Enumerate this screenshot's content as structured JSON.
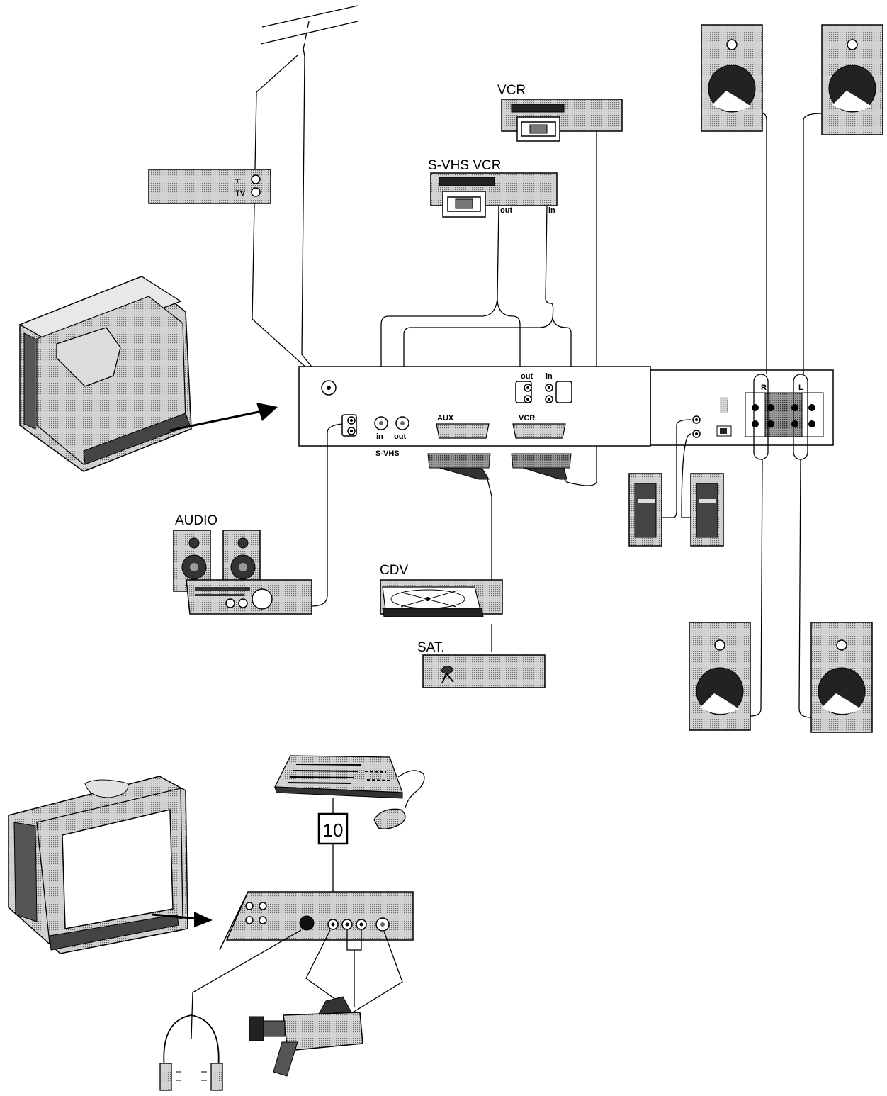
{
  "labels": {
    "vcr": "VCR",
    "svhs_vcr": "S-VHS VCR",
    "svhs_vcr_out": "out",
    "svhs_vcr_in": "in",
    "tuner_top": "ㅜ",
    "tuner_tv": "TV",
    "panel_out": "out",
    "panel_in": "in",
    "svhs_in": "in",
    "svhs_out": "out",
    "svhs": "S-VHS",
    "aux": "AUX",
    "vcr_scart": "VCR",
    "right": "R",
    "left": "L",
    "audio": "AUDIO",
    "cdv": "CDV",
    "sat": "SAT.",
    "step": "10"
  },
  "colors": {
    "ink": "#000000",
    "paper": "#ffffff",
    "dot_fill": "#9a9a9a"
  },
  "icons": [
    "antenna-icon",
    "tuner-icon",
    "tv-icon",
    "speaker-icon",
    "camcorder-icon",
    "headphones-icon",
    "keyboard-icon",
    "mouse-icon",
    "satellite-dish-icon"
  ]
}
